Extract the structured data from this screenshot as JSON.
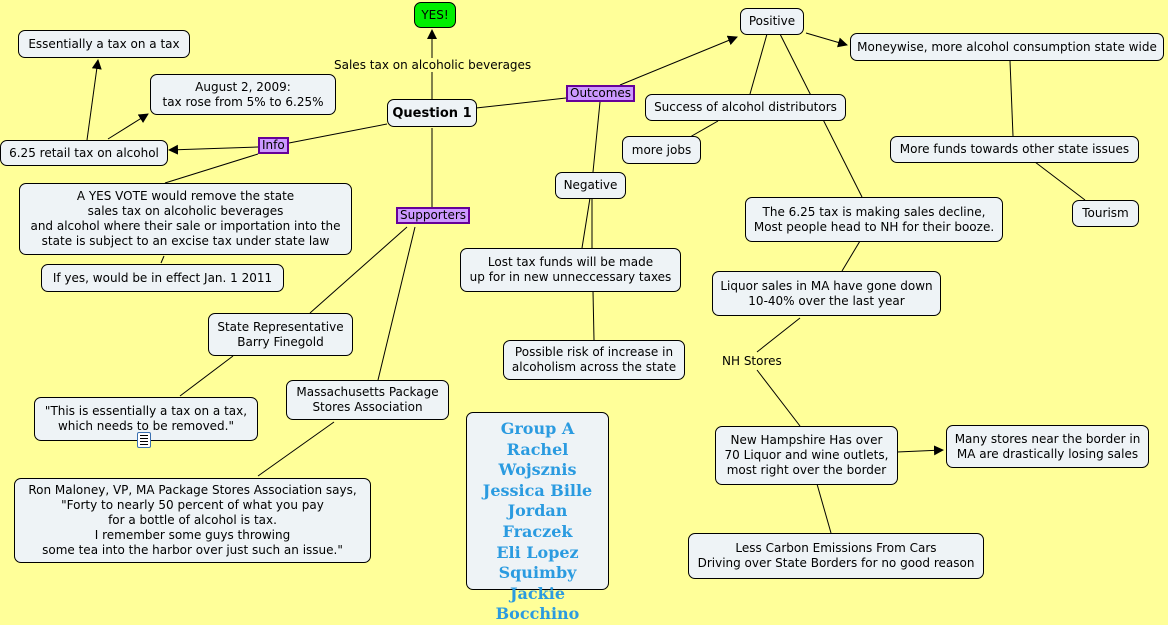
{
  "colors": {
    "background": "#ffff99",
    "node": "#eef3f6",
    "phrase": "#cc99ff",
    "phrase_border": "#660099",
    "yes": "#00ee00",
    "group_text": "#2b9be0"
  },
  "nodes": {
    "yes": "YES!",
    "question1": "Question 1",
    "tax_on_tax": "Essentially a tax on a tax",
    "august": "August 2, 2009:\ntax rose from 5% to 6.25%",
    "retail_tax": "6.25 retail tax on alcohol",
    "yes_vote": "A YES VOTE would remove the state\nsales tax on alcoholic beverages\nand alcohol where their sale or importation into the\nstate is subject to an excise tax under state law",
    "effect_date": "If yes, would be in effect Jan. 1 2011",
    "positive": "Positive",
    "moneywise": "Moneywise, more alcohol consumption state wide",
    "distributors": "Success of alcohol distributors",
    "more_jobs": "more jobs",
    "negative": "Negative",
    "more_funds": "More funds towards other state issues",
    "tourism": "Tourism",
    "sales_decline": "The 6.25 tax is making sales decline,\nMost people head to NH for their booze.",
    "lost_funds": "Lost tax funds will be made\nup for in new unneccessary taxes",
    "liquor_sales": "Liquor sales in MA have gone down\n10-40% over the last year",
    "state_rep": "State Representative\nBarry Finegold",
    "alcoholism": "Possible risk of increase in\nalcoholism across the state",
    "package_stores": "Massachusetts Package\nStores Association",
    "quote_finegold": "\"This is essentially a tax on a tax,\nwhich needs to be removed.\"",
    "nh_outlets": "New Hampshire Has over\n70 Liquor and wine outlets,\nmost right over the border",
    "border_stores": "Many stores near the border in\nMA are drastically losing sales",
    "quote_maloney": "Ron Maloney, VP, MA Package Stores Association says,\n\"Forty to nearly 50 percent of what you pay\nfor a bottle of alcohol is tax.\nI remember some guys throwing\nsome tea into the harbor over just such an issue.\"",
    "carbon": "Less Carbon Emissions From Cars\nDriving over State Borders for no good reason",
    "group": "Group A\nRachel Wojsznis\nJessica Bille\nJordan Fraczek\nEli Lopez\nSquimby\nJackie Bocchino"
  },
  "phrases": {
    "info": "Info",
    "outcomes": "Outcomes",
    "supporters": "Supporters"
  },
  "link_labels": {
    "sales_tax": "Sales tax on alcoholic beverages",
    "nh_stores": "NH Stores"
  },
  "icons": {
    "note": "note-icon"
  }
}
